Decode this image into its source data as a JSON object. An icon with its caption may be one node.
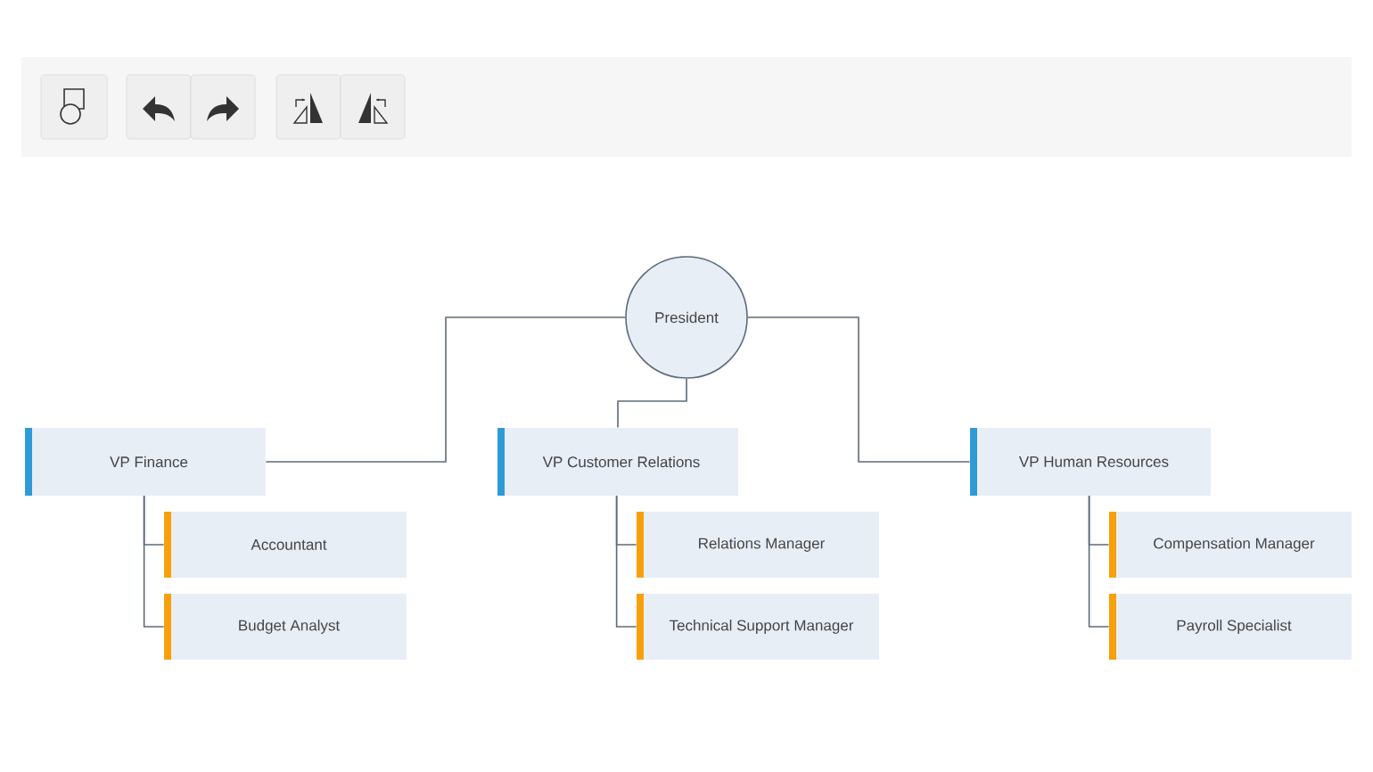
{
  "diagram": {
    "nodes": [
      {
        "text": [
          "President"
        ]
      },
      {
        "text": [
          "VP Finance"
        ]
      },
      {
        "text": [
          "VP Customer Relations"
        ]
      },
      {
        "text": [
          "VP Human Resources"
        ]
      },
      {
        "text": [
          "Accountant"
        ]
      },
      {
        "text": [
          "Budget Analyst"
        ]
      },
      {
        "text": [
          "Relations Manager"
        ]
      },
      {
        "text": [
          "Technical Support Manager"
        ]
      },
      {
        "text": [
          "Compensation Manager"
        ]
      },
      {
        "text": [
          "Payroll Specialist"
        ]
      }
    ],
    "edges": [
      {
        "from": 0,
        "to": 1,
        "arrow": "none"
      },
      {
        "from": 0,
        "to": 2,
        "arrow": "none"
      },
      {
        "from": 0,
        "to": 3,
        "arrow": "none"
      },
      {
        "from": 1,
        "to": 4,
        "arrow": "none"
      },
      {
        "from": 1,
        "to": 5,
        "arrow": "none"
      },
      {
        "from": 2,
        "to": 6,
        "arrow": "none"
      },
      {
        "from": 2,
        "to": 7,
        "arrow": "none"
      },
      {
        "from": 3,
        "to": 8,
        "arrow": "none"
      },
      {
        "from": 3,
        "to": 9,
        "arrow": "none"
      }
    ]
  }
}
